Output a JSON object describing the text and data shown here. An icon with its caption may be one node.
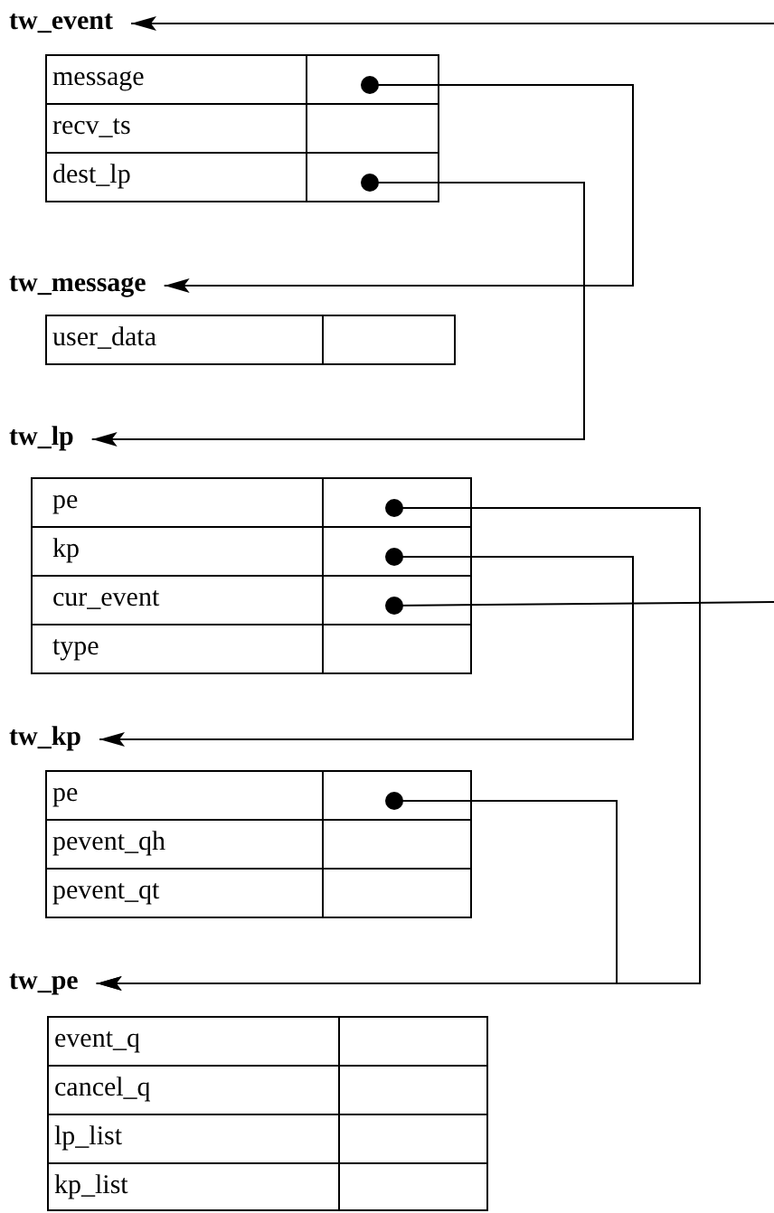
{
  "diagram": {
    "nodes": [
      {
        "text": [
          "tw_event"
        ]
      },
      {
        "text": [
          "message"
        ]
      },
      {
        "text": [
          "recv_ts"
        ]
      },
      {
        "text": [
          "dest_lp"
        ]
      },
      {
        "text": [
          "tw_message"
        ]
      },
      {
        "text": [
          "user_data"
        ]
      },
      {
        "text": [
          "tw_lp"
        ]
      },
      {
        "text": [
          "pe"
        ]
      },
      {
        "text": [
          "kp"
        ]
      },
      {
        "text": [
          "cur_event"
        ]
      },
      {
        "text": [
          "type"
        ]
      },
      {
        "text": [
          "tw_kp"
        ]
      },
      {
        "text": [
          "pe"
        ]
      },
      {
        "text": [
          "pevent_qh"
        ]
      },
      {
        "text": [
          "pevent_qt"
        ]
      },
      {
        "text": [
          "tw_pe"
        ]
      },
      {
        "text": [
          "event_q"
        ]
      },
      {
        "text": [
          "cancel_q"
        ]
      },
      {
        "text": [
          "lp_list"
        ]
      },
      {
        "text": [
          "kp_list"
        ]
      }
    ],
    "edges": [
      {
        "from": null,
        "to": 0,
        "arrow": "to"
      },
      {
        "from": 1,
        "to": 4,
        "arrow": "to"
      },
      {
        "from": 3,
        "to": 6,
        "arrow": "to"
      },
      {
        "from": 7,
        "to": 15,
        "arrow": "to"
      },
      {
        "from": 8,
        "to": 11,
        "arrow": "to"
      },
      {
        "from": 9,
        "to": null,
        "arrow": "other"
      },
      {
        "from": 12,
        "to": 15,
        "arrow": "to"
      }
    ]
  }
}
